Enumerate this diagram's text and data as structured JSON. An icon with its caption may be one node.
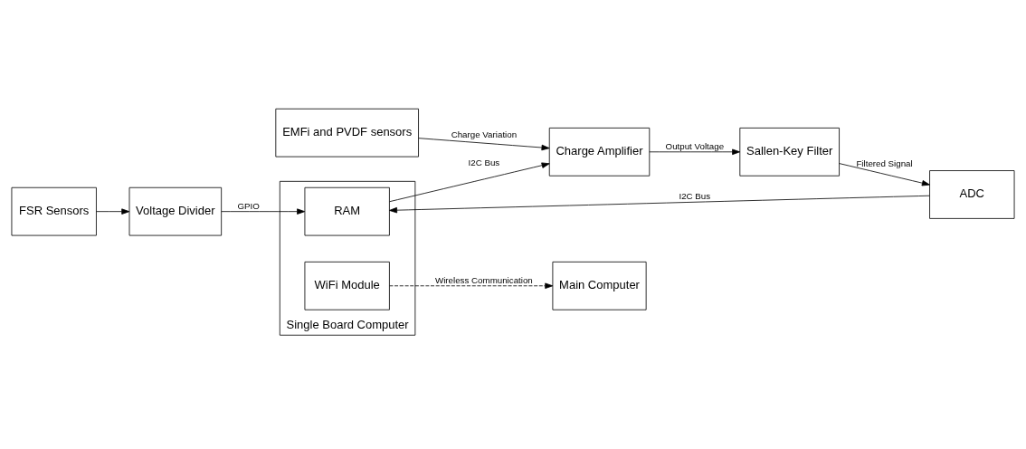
{
  "diagram": {
    "nodes": [
      {
        "text": [
          "EMFi and PVDF sensors"
        ]
      },
      {
        "text": [
          "Charge Amplifier"
        ]
      },
      {
        "text": [
          "Sallen-Key Filter"
        ]
      },
      {
        "text": [
          "ADC"
        ]
      },
      {
        "text": [
          "Single Board Computer"
        ]
      },
      {
        "text": [
          "RAM"
        ],
        "in": 4
      },
      {
        "text": [
          "FSR Sensors"
        ]
      },
      {
        "text": [
          "Voltage Divider"
        ]
      },
      {
        "text": [
          "Main Computer"
        ]
      },
      {
        "text": [
          "WiFi Module"
        ],
        "in": 4
      }
    ],
    "edges": [
      {
        "from": 0,
        "to": 1,
        "arrow": "to",
        "label": "Charge Variation"
      },
      {
        "from": 1,
        "to": 2,
        "arrow": "to",
        "label": "Output Voltage"
      },
      {
        "from": 2,
        "to": 3,
        "arrow": "to",
        "label": "Filtered Signal"
      },
      {
        "from": 3,
        "to": 5,
        "arrow": "to",
        "label": "I2C Bus"
      },
      {
        "from": 5,
        "to": 1,
        "arrow": "to",
        "label": "I2C Bus"
      },
      {
        "from": 6,
        "to": 7,
        "arrow": "to"
      },
      {
        "from": 7,
        "to": 5,
        "arrow": "to",
        "label": "GPIO"
      },
      {
        "from": 9,
        "to": 8,
        "arrow": "to",
        "label": "Wireless Communication",
        "style": "dashed"
      }
    ]
  }
}
